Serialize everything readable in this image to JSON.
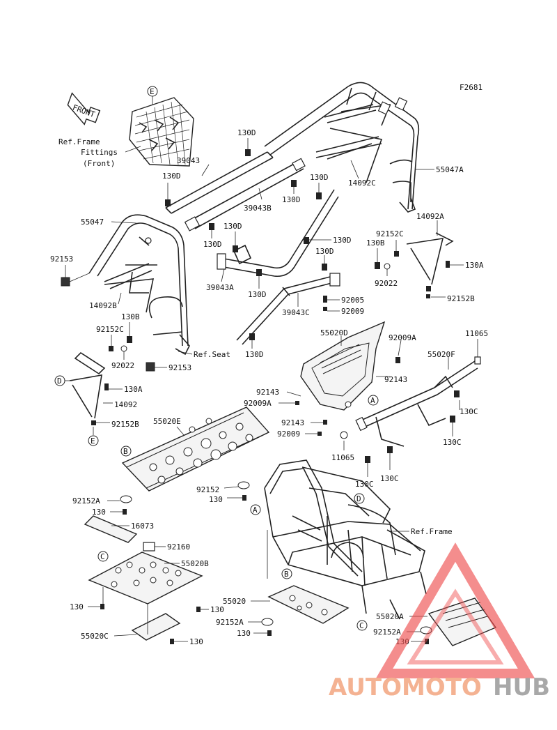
{
  "figure_code": "F2681",
  "front_label": "FRONT",
  "ref_labels": {
    "fittings_line1": "Ref.Frame",
    "fittings_line2": "Fittings",
    "fittings_line3": "(Front)",
    "seat": "Ref.Seat",
    "frame": "Ref.Frame"
  },
  "callouts": [
    "A",
    "B",
    "C",
    "D",
    "E"
  ],
  "parts": {
    "p130D": "130D",
    "p39043": "39043",
    "p39043B": "39043B",
    "p39043A": "39043A",
    "p39043C": "39043C",
    "p55047A": "55047A",
    "p55047": "55047",
    "p14092C": "14092C",
    "p14092A": "14092A",
    "p14092B": "14092B",
    "p14092": "14092",
    "p92152C": "92152C",
    "p130B": "130B",
    "p130A": "130A",
    "p92022": "92022",
    "p92152B": "92152B",
    "p92153": "92153",
    "p92005": "92005",
    "p92009": "92009",
    "p92009A": "92009A",
    "p55020D": "55020D",
    "p11065": "11065",
    "p55020F": "55020F",
    "p92143": "92143",
    "p130C": "130C",
    "p55020E": "55020E",
    "p92152": "92152",
    "p92152A": "92152A",
    "p130": "130",
    "p16073": "16073",
    "p92160": "92160",
    "p55020B": "55020B",
    "p55020C": "55020C",
    "p55020": "55020",
    "p55020A": "55020A"
  },
  "watermark": {
    "part1": "AUTOMOTO",
    "part2": "HUB",
    "color1": "#f3a57f",
    "color2": "#9a9a9a",
    "triangle_color": "#ee4c4c"
  }
}
